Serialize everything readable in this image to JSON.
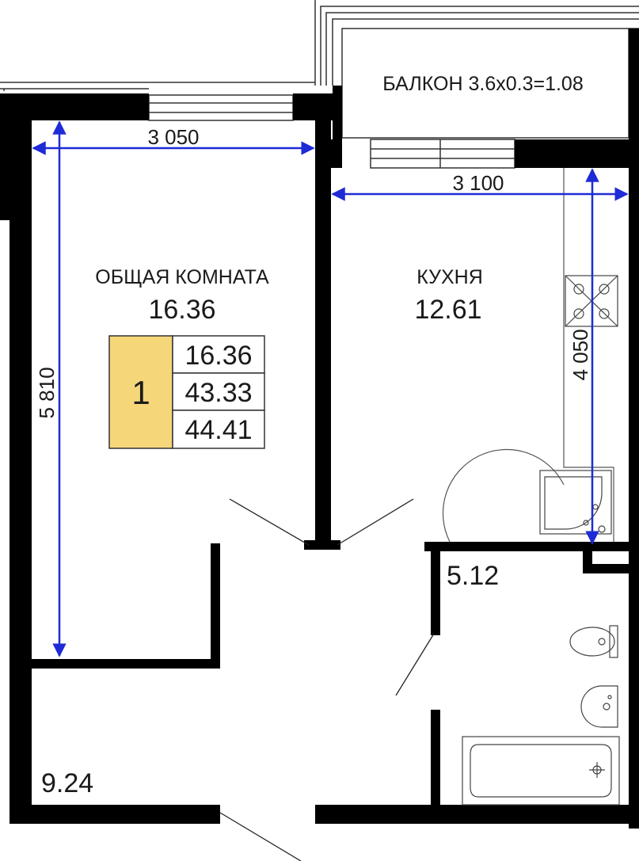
{
  "rooms": {
    "living": {
      "name": "ОБЩАЯ КОМНАТА",
      "area": "16.36"
    },
    "kitchen": {
      "name": "КУХНЯ",
      "area": "12.61"
    },
    "balcony": {
      "label": "БАЛКОН 3.6x0.3=1.08"
    },
    "bathroom": {
      "area": "5.12"
    },
    "hallway": {
      "area": "9.24"
    }
  },
  "dimensions": {
    "living_width": "3 050",
    "kitchen_width": "3 100",
    "living_height": "5 810",
    "kitchen_height": "4 050"
  },
  "info_box": {
    "rooms_count": "1",
    "living_area": "16.36",
    "total_area": "43.33",
    "total_with_balcony": "44.41"
  },
  "colors": {
    "wall": "#000000",
    "dimension_line": "#1f2bd6",
    "info_badge": "#f5d77a"
  }
}
